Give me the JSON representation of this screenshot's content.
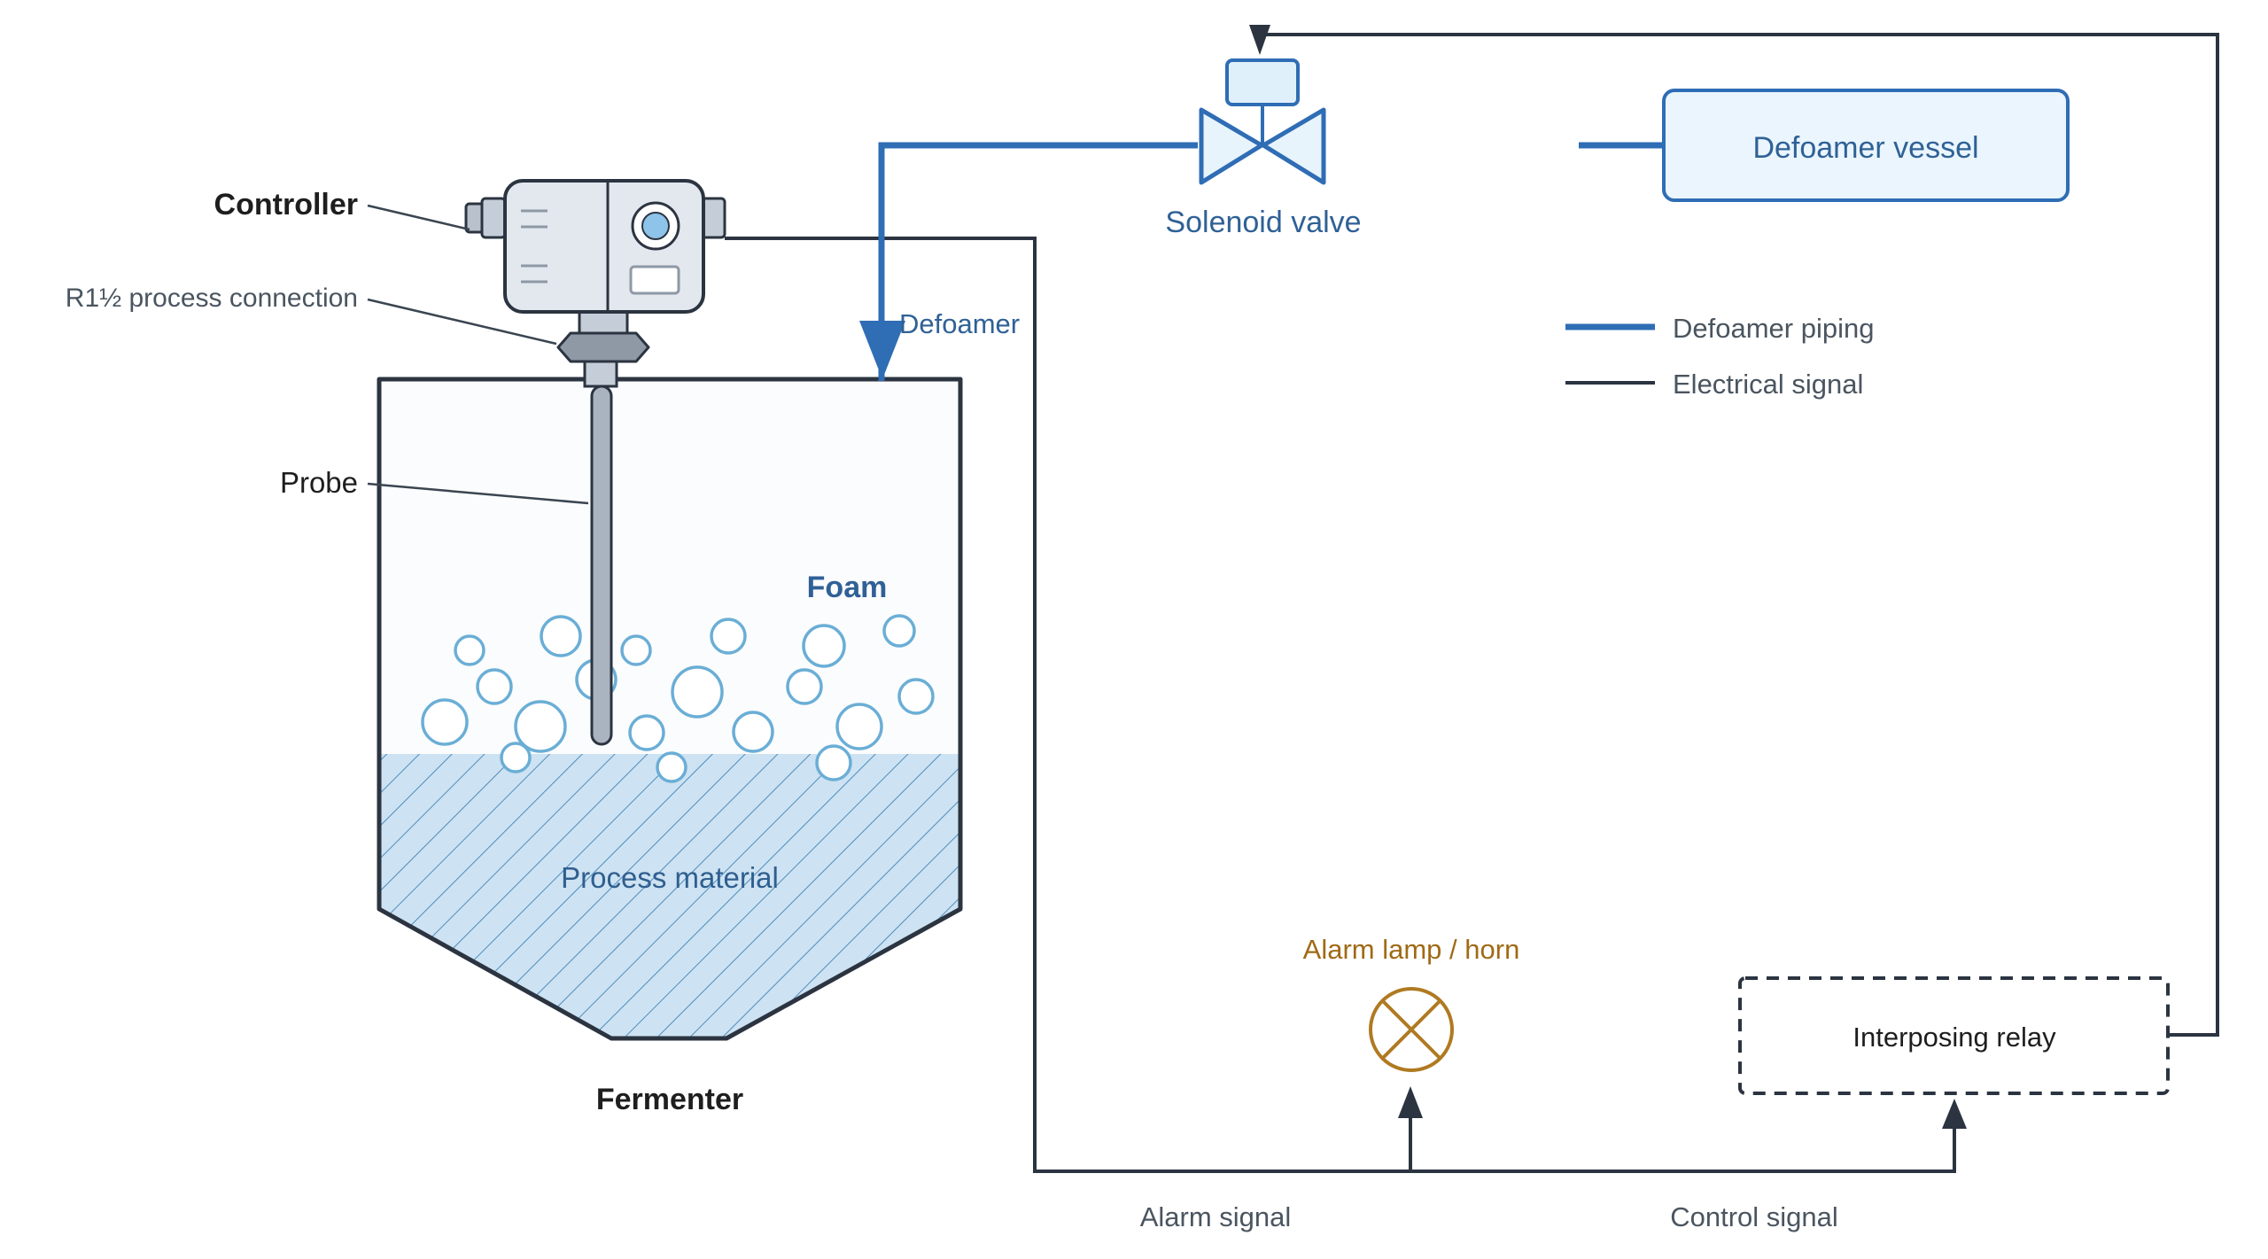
{
  "labels": {
    "controller": "Controller",
    "process_connection": "R1½ process connection",
    "probe": "Probe",
    "foam": "Foam",
    "process_material": "Process material",
    "fermenter": "Fermenter",
    "defoamer_flow": "Defoamer",
    "solenoid_valve": "Solenoid valve",
    "defoamer_vessel": "Defoamer vessel",
    "alarm_lamp": "Alarm lamp / horn",
    "interposing_relay": "Interposing relay",
    "alarm_signal": "Alarm signal",
    "control_signal": "Control signal"
  },
  "legend": {
    "piping": "Defoamer piping",
    "signal": "Electrical signal"
  },
  "colors": {
    "pipe": "#2f6db5",
    "pipe_text": "#2f6196",
    "wire": "#2b3440",
    "foam_bubble": "#6aaed6",
    "liquid_fill": "#cde2f2",
    "vessel_fill": "#eaf5fd",
    "alarm": "#b07a22",
    "text_dark": "#1e1e1e",
    "text_gray": "#4a5560"
  }
}
